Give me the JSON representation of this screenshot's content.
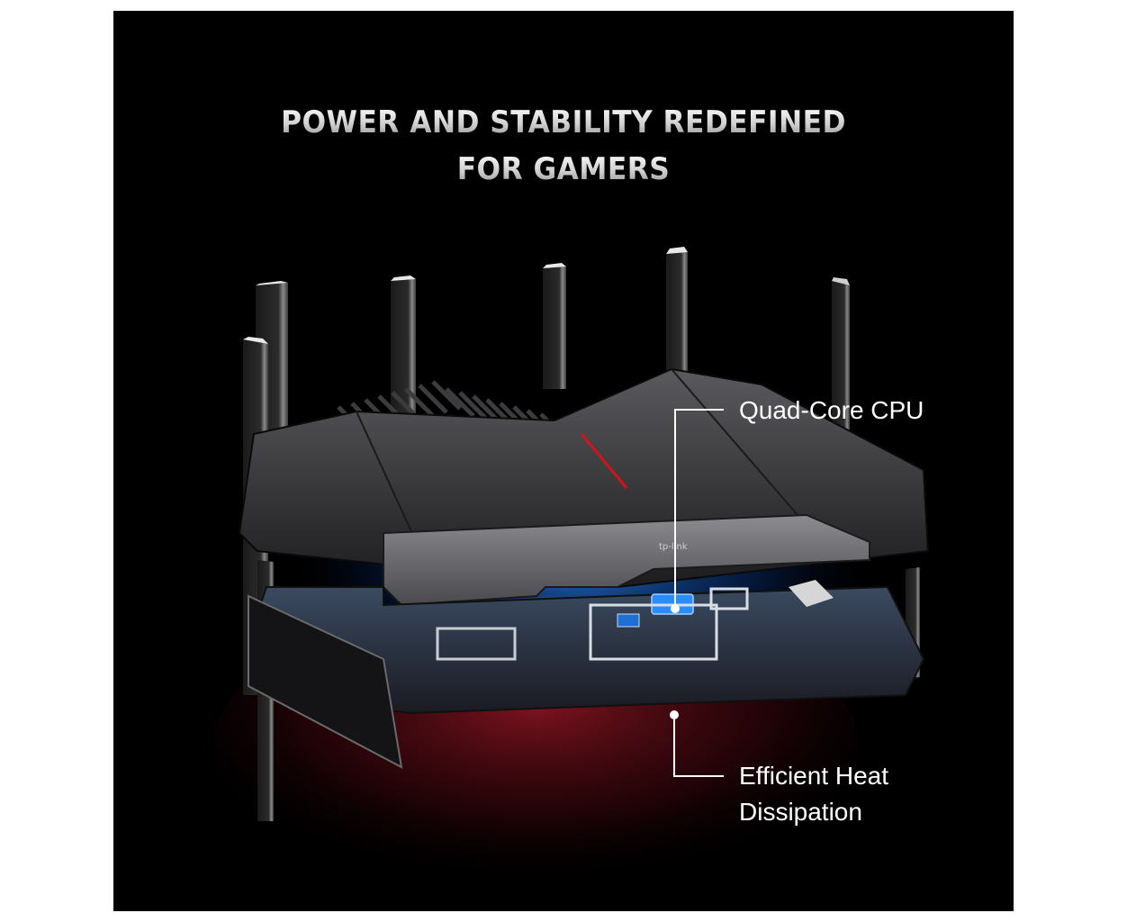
{
  "headline": {
    "line1": "POWER AND STABILITY REDEFINED",
    "line2": "FOR GAMERS"
  },
  "callouts": [
    {
      "label": "Quad-Core CPU"
    },
    {
      "label_line1": "Efficient Heat",
      "label_line2": "Dissipation"
    }
  ],
  "product": {
    "image_description": "Exploded view of a gaming Wi-Fi router with eight antennas, heatsink fins and circuit board",
    "logo_text": "tp-link"
  },
  "colors": {
    "background": "#000000",
    "cpu_glow": "#1e7bff",
    "heat_glow": "#8a1020",
    "accent_red": "#d0141e"
  }
}
